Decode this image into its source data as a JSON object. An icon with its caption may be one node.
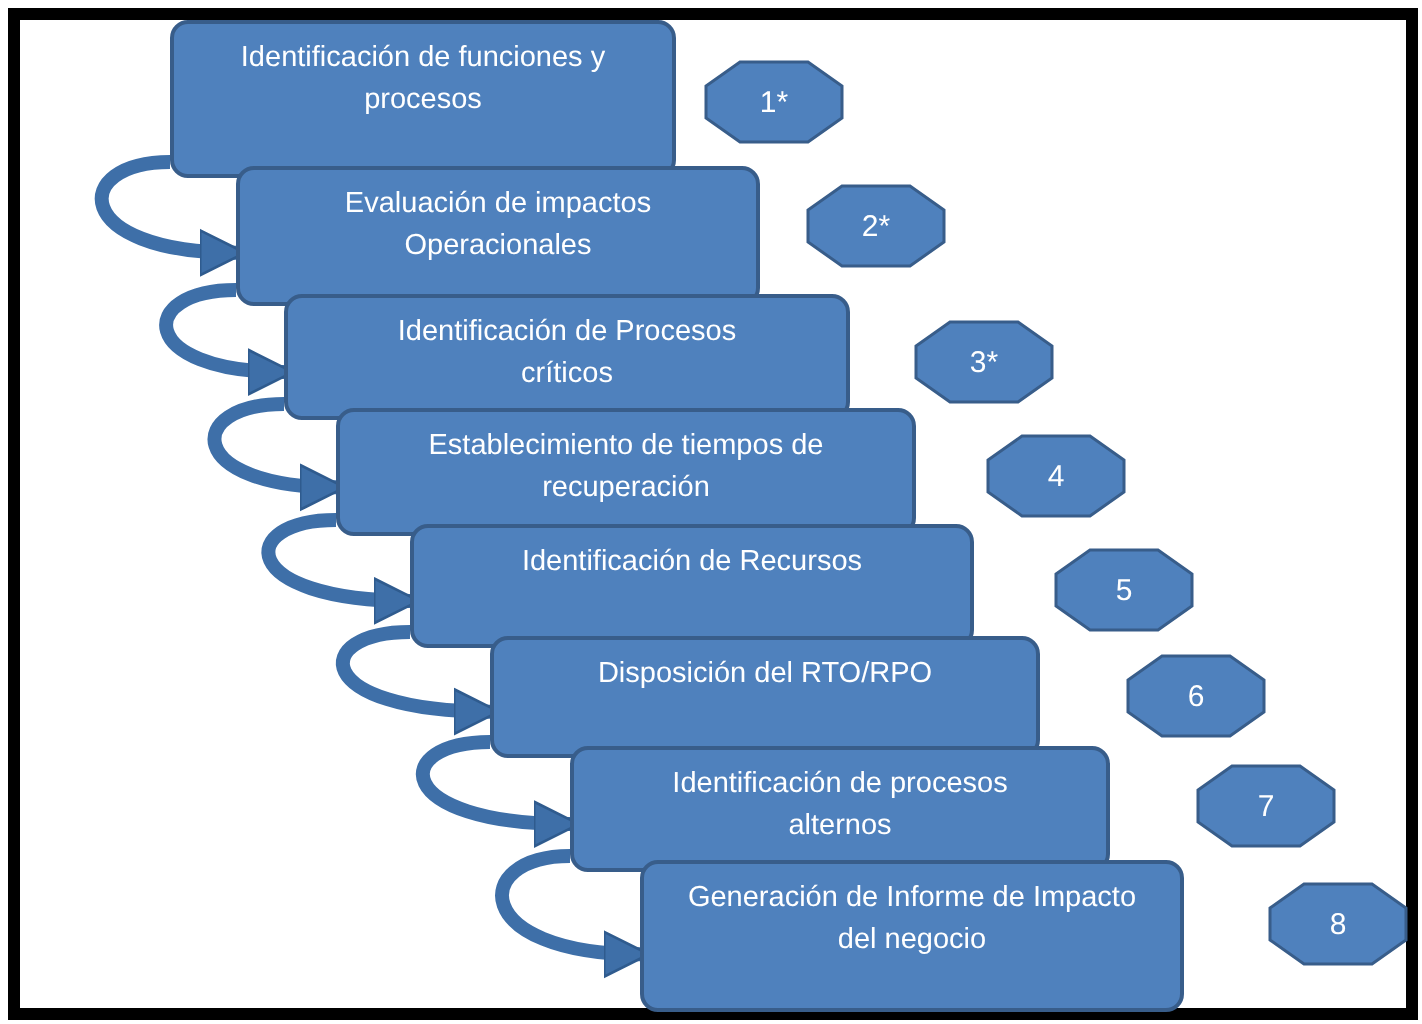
{
  "diagram": {
    "nodes": [
      {
        "text": [
          "Identificación de funciones y procesos"
        ]
      },
      {
        "text": [
          "1*"
        ]
      },
      {
        "text": [
          "Evaluación de impactos Operacionales"
        ]
      },
      {
        "text": [
          "2*"
        ]
      },
      {
        "text": [
          "Identificación de Procesos críticos"
        ]
      },
      {
        "text": [
          "3*"
        ]
      },
      {
        "text": [
          "Establecimiento de tiempos de recuperación"
        ]
      },
      {
        "text": [
          "4"
        ]
      },
      {
        "text": [
          "Identificación de Recursos"
        ]
      },
      {
        "text": [
          "5"
        ]
      },
      {
        "text": [
          "Disposición del RTO/RPO"
        ]
      },
      {
        "text": [
          "6"
        ]
      },
      {
        "text": [
          "Identificación de procesos alternos"
        ]
      },
      {
        "text": [
          "7"
        ]
      },
      {
        "text": [
          "Generación de Informe de Impacto del negocio"
        ]
      },
      {
        "text": [
          "8"
        ]
      }
    ],
    "edges": [
      {
        "from": 0,
        "to": 2,
        "arrow": "to"
      },
      {
        "from": 2,
        "to": 4,
        "arrow": "to"
      },
      {
        "from": 4,
        "to": 6,
        "arrow": "to"
      },
      {
        "from": 6,
        "to": 8,
        "arrow": "to"
      },
      {
        "from": 8,
        "to": 10,
        "arrow": "to"
      },
      {
        "from": 10,
        "to": 12,
        "arrow": "to"
      },
      {
        "from": 12,
        "to": 14,
        "arrow": "to"
      }
    ]
  }
}
